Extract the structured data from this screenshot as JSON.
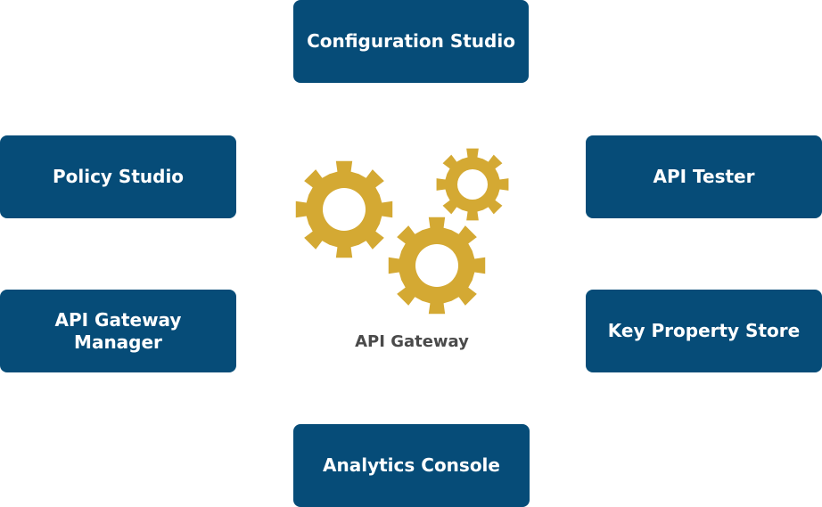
{
  "center": {
    "label": "API Gateway",
    "gear_color": "#d4a933"
  },
  "components": {
    "configuration_studio": "Configuration Studio",
    "policy_studio": "Policy Studio",
    "api_tester": "API Tester",
    "api_gateway_manager": "API Gateway\nManager",
    "key_property_store": "Key Property Store",
    "analytics_console": "Analytics Console"
  },
  "colors": {
    "box_fill": "#064c78",
    "box_text": "#ffffff",
    "label_text": "#4a4a4a"
  }
}
